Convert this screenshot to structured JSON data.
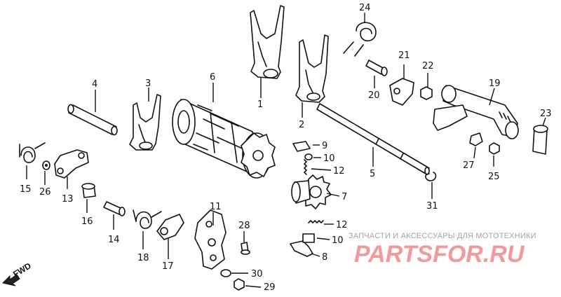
{
  "callouts": [
    "1",
    "2",
    "3",
    "4",
    "5",
    "6",
    "7",
    "8",
    "9",
    "10",
    "10",
    "11",
    "12",
    "12",
    "13",
    "14",
    "15",
    "16",
    "17",
    "18",
    "19",
    "20",
    "21",
    "22",
    "23",
    "24",
    "25",
    "26",
    "27",
    "28",
    "29",
    "30",
    "31"
  ],
  "watermark": {
    "text": "ЗАПЧАСТИ И АКСЕССУАРЫ ДЛЯ МОТОТЕХНИКИ",
    "logo": "PARTSFOR.RU"
  },
  "fwd_label": "FWD"
}
